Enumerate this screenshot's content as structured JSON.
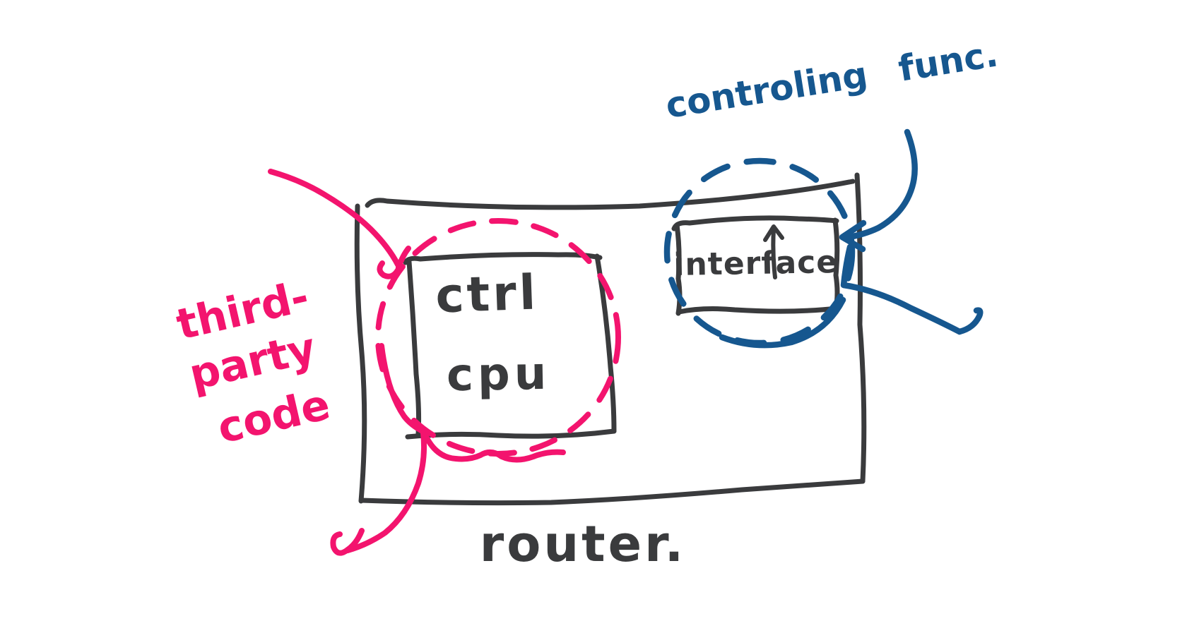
{
  "colors": {
    "paper": "#ffffff",
    "ink": "#3a3b3d",
    "pink": "#f3146e",
    "blue": "#16578f"
  },
  "diagram": {
    "router": {
      "label": "router."
    },
    "cpu_box": {
      "line1": "ctrl",
      "line2": "cpu"
    },
    "interface_box": {
      "label": "interface"
    },
    "annotations": {
      "controlling": {
        "label": "controling func.",
        "color": "#16578f"
      },
      "third_party": {
        "line1": "third-",
        "line2": "party",
        "line3": "code",
        "color": "#f3146e"
      }
    }
  }
}
